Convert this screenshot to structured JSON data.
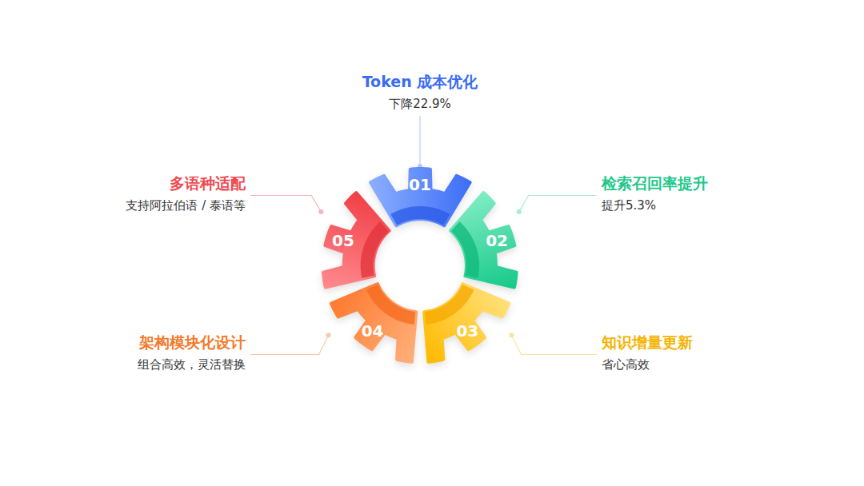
{
  "diagram": {
    "nodes": [
      {
        "text": [
          "01"
        ]
      },
      {
        "text": [
          "02"
        ]
      },
      {
        "text": [
          "03"
        ]
      },
      {
        "text": [
          "04"
        ]
      },
      {
        "text": [
          "05"
        ]
      },
      {
        "text": [
          "Token 成本优化",
          "下降22.9%"
        ]
      },
      {
        "text": [
          "检索召回率提升",
          "提升5.3%"
        ]
      },
      {
        "text": [
          "知识增量更新",
          "省心高效"
        ]
      },
      {
        "text": [
          "架构模块化设计",
          "组合高效，灵活替换"
        ]
      },
      {
        "text": [
          "多语种适配",
          "支持阿拉伯语 / 泰语等"
        ]
      }
    ],
    "edges": [
      {
        "from": 0,
        "to": 5,
        "arrow": "none"
      },
      {
        "from": 1,
        "to": 6,
        "arrow": "none"
      },
      {
        "from": 2,
        "to": 7,
        "arrow": "none"
      },
      {
        "from": 3,
        "to": 8,
        "arrow": "none"
      },
      {
        "from": 4,
        "to": 9,
        "arrow": "none"
      }
    ]
  }
}
